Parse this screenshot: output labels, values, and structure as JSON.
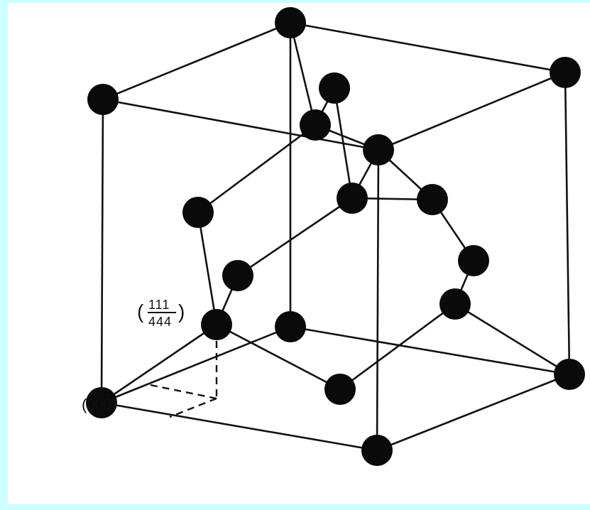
{
  "figure": {
    "background_color": "#ccffff",
    "atom_color": "#0a0a0a",
    "line_color": "#111111"
  },
  "labels": {
    "origin": "(000)",
    "quarter_open": "(",
    "quarter_numerators": "111",
    "quarter_denominators": "444",
    "quarter_close": ")"
  }
}
